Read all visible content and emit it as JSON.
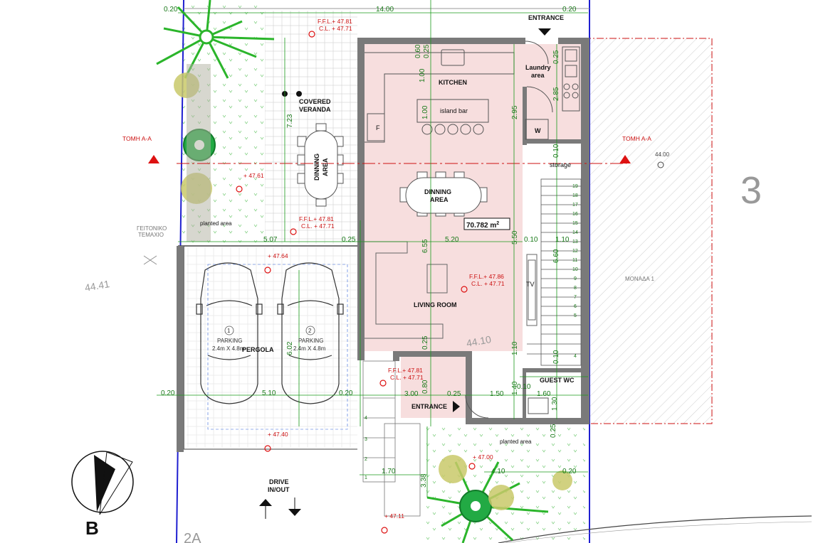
{
  "rooms": {
    "kitchen": "KITCHEN",
    "laundry_line1": "Laundry",
    "laundry_line2": "area",
    "island": "island bar",
    "fridge": "F",
    "washer": "W",
    "storage": "storage",
    "dining_inside_line1": "DINNING",
    "dining_inside_line2": "AREA",
    "dining_outside_line1": "DINNING",
    "dining_outside_line2": "AREA",
    "veranda_line1": "COVERED",
    "veranda_line2": "VERANDA",
    "living": "LIVING ROOM",
    "tv": "TV",
    "guest_wc": "GUEST WC",
    "entrance_top": "ENTRANCE",
    "entrance_bottom": "ENTRANCE",
    "pergola": "PERGOLA",
    "drive_line1": "DRIVE",
    "drive_line2": "IN/OUT",
    "planted_left": "planted area",
    "planted_bottom": "planted area",
    "neighbour_line1": "ΓΕΙΤΟΝΙΚΟ",
    "neighbour_line2": "ΤΕΜΑΧΙΟ",
    "unit": "ΜΟΝΑΔΑ 1",
    "unit_big": "3",
    "plot_label": "2A"
  },
  "area_box": "70.782 m",
  "area_sup": "2",
  "parking": [
    {
      "num": "1",
      "label": "PARKING",
      "size": "2.4m X 4.8m"
    },
    {
      "num": "2",
      "label": "PARKING",
      "size": "2.4m X 4.8m"
    }
  ],
  "section_marks": {
    "left": "ΤΟΜΗ Α-Α",
    "right": "ΤΟΜΗ Α-Α"
  },
  "levels": {
    "ffl_veranda_top": "F.F.L.+ 47.81",
    "cl_veranda_top": "C.L. + 47.71",
    "ffl_veranda_bottom": "F.F.L.+ 47.81",
    "cl_veranda_bottom": "C.L. + 47.71",
    "ffl_living": "F.F.L.+ 47.86",
    "cl_living": "C.L. + 47.71",
    "ffl_entrance": "F.F.L.+ 47.81",
    "cl_entrance": "C.L. + 47.71",
    "spot_garden": "+ 47.61",
    "spot_parking_top": "+ 47.64",
    "spot_parking_bottom": "+ 47.40",
    "spot_planted": "+ 47.00",
    "spot_drive": "+ 47.11",
    "spot_right": "44.00",
    "contour_left": "44.41",
    "contour_mid": "44.10"
  },
  "dims": {
    "top_left": "0.20",
    "top_width": "14.00",
    "top_right": "0.20",
    "kitchen_060": "0.60",
    "kitchen_025": "0.25",
    "kitchen_100": "1.00",
    "island_100": "1.00",
    "laundry_025": "0.25",
    "laundry_285": "2.85",
    "kitchen_295": "2.95",
    "storage_010": "0.10",
    "veranda_723": "7.23",
    "veranda_507": "5.07",
    "wall_025_mid": "0.25",
    "living_520": "5.20",
    "living_655": "6.55",
    "living_550": "5.50",
    "stair_010_a": "0.10",
    "stair_110_a": "1.10",
    "stair_660": "6.60",
    "living_025": "0.25",
    "living_110": "1.10",
    "wc_010_a": "0.10",
    "wc_140": "1.40",
    "wc_010_b": "0.10",
    "entr_080": "0.80",
    "entr_300": "3.00",
    "entr_025": "0.25",
    "entr_150": "1.50",
    "wc_160": "1.60",
    "wc_130": "1.30",
    "park_020_left": "0.20",
    "park_510": "5.10",
    "park_020_right": "0.20",
    "park_602": "6.02",
    "drive_170": "1.70",
    "drive_338": "3.38",
    "garden_410": "4.10",
    "garden_020": "0.20",
    "garden_025": "0.25"
  },
  "stair_numbers": [
    "19",
    "18",
    "17",
    "16",
    "15",
    "14",
    "13",
    "12",
    "11",
    "10",
    "9",
    "8",
    "7",
    "6",
    "5",
    "4"
  ],
  "ext_stair_numbers": [
    "4",
    "3",
    "2",
    "1"
  ],
  "north_letter": "B",
  "colors": {
    "interior_fill": "#f7dede",
    "wall": "#7a7a7a",
    "dimension": "#1a9a1a",
    "level_marker": "#dd1111",
    "boundary": "#1f1fd0",
    "palm": "#2bb52b",
    "hatch": "#c8c8c8"
  }
}
